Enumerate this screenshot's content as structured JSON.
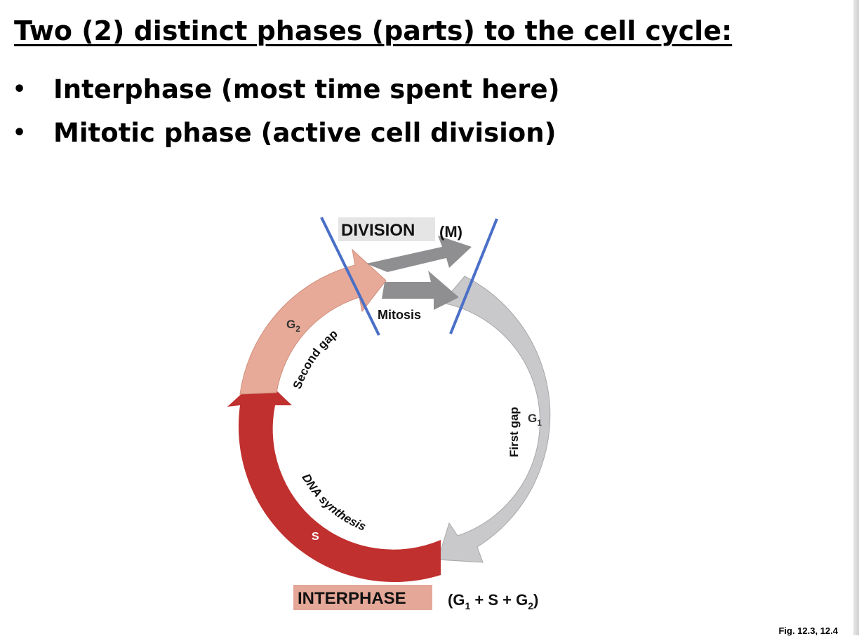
{
  "title": "Two (2) distinct phases (parts) to the cell cycle:",
  "bullets": [
    {
      "marker": "•",
      "text": "Interphase (most time spent here)"
    },
    {
      "marker": "•",
      "text": "Mitotic phase (active cell division)"
    }
  ],
  "diagram": {
    "division_label": "DIVISION",
    "division_suffix": "(M)",
    "m_label": "M",
    "mitosis_label": "Mitosis",
    "g2_label": "G",
    "g2_sub": "2",
    "second_gap_label": "Second gap",
    "g1_label": "G",
    "g1_sub": "1",
    "first_gap_label": "First gap",
    "s_label": "S",
    "dna_synthesis_label": "DNA synthesis",
    "interphase_label": "INTERPHASE",
    "interphase_formula": {
      "open": "(G",
      "sub1": "1",
      "middle": " + S + G",
      "sub2": "2",
      "close": ")"
    },
    "colors": {
      "s_phase": "#c0302f",
      "g2_phase": "#e8aa98",
      "g1_phase": "#c9c9cb",
      "m_phase": "#8f8f92",
      "divider_lines": "#4a6fc7",
      "interphase_highlight": "#e5a898",
      "division_highlight": "#e5e5e5"
    }
  },
  "figure_reference": "Fig. 12.3, 12.4"
}
